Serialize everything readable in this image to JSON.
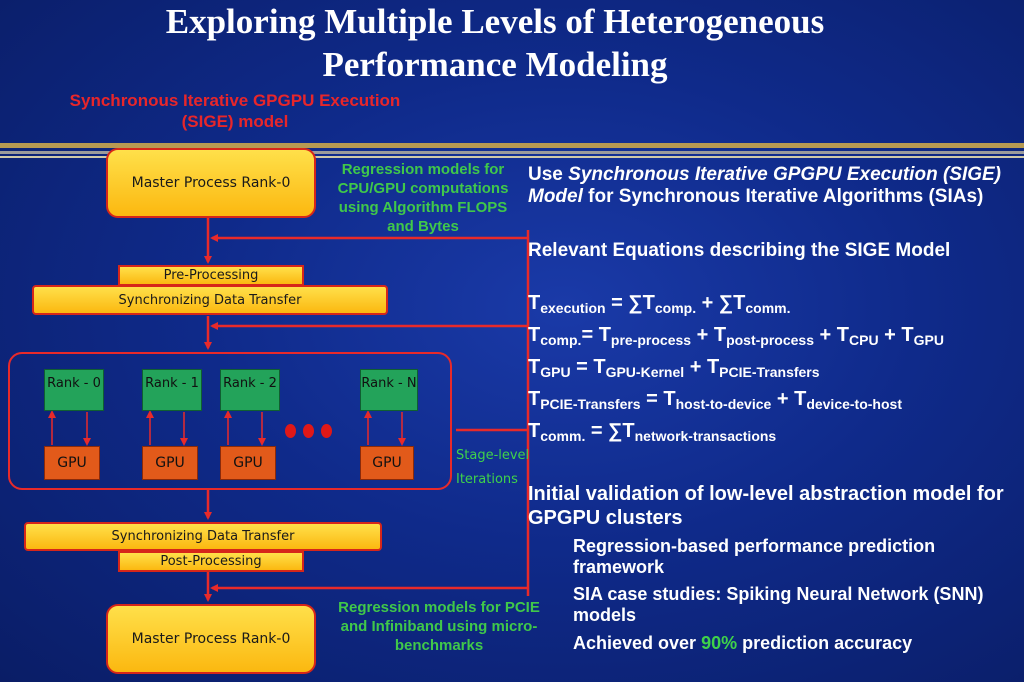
{
  "title": {
    "line1": "Exploring Multiple Levels of Heterogeneous",
    "line2": "Performance Modeling"
  },
  "subtitle": {
    "line1": "Synchronous Iterative GPGPU Execution",
    "line2": "(SIGE) model"
  },
  "diagram": {
    "master_top": "Master Process Rank-0",
    "pre_processing": "Pre-Processing",
    "sync_transfer_top": "Synchronizing Data Transfer",
    "ranks": [
      "Rank - 0",
      "Rank - 1",
      "Rank - 2",
      "Rank - N"
    ],
    "gpu": "GPU",
    "sync_transfer_bottom": "Synchronizing Data Transfer",
    "post_processing": "Post-Processing",
    "master_bottom": "Master Process Rank-0",
    "stage_level": "Stage-level",
    "iterations": "Iterations",
    "note_top": [
      "Regression models for",
      "CPU/GPU computations",
      "using Algorithm FLOPS",
      "and Bytes"
    ],
    "note_bottom": [
      "Regression models for PCIE",
      "and Infiniband using micro-",
      "benchmarks"
    ]
  },
  "colors": {
    "background": "#0f2a8a",
    "box_fill": "#fbb810",
    "arrow": "#e82a2a",
    "rank_fill": "#23a35a",
    "gpu_fill": "#e25a1a",
    "note": "#40c84a",
    "subtitle": "#e8262a"
  },
  "bullets": {
    "b1_use": "Use ",
    "b1_italic": "Synchronous Iterative GPGPU Execution (SIGE) Model",
    "b1_rest": " for Synchronous Iterative Algorithms (SIAs)",
    "b2": "Relevant Equations describing the SIGE Model",
    "eq1": {
      "T": "T",
      "s1": "execution",
      "mid1": " = ∑T",
      "s2": "comp.",
      "mid2": " + ∑T",
      "s3": "comm."
    },
    "eq2": {
      "T": "T",
      "s1": "comp.",
      "mid1": "= T",
      "s2": "pre-process",
      "mid2": " + T",
      "s3": "post-process",
      "mid3": " + T",
      "s4": "CPU",
      "mid4": " + T",
      "s5": "GPU"
    },
    "eq3": {
      "T": "T",
      "s1": "GPU",
      "mid1": " = T",
      "s2": "GPU-Kernel",
      "mid2": " + T",
      "s3": "PCIE-Transfers"
    },
    "eq4": {
      "T": "T",
      "s1": "PCIE-Transfers",
      "mid1": " = T",
      "s2": "host-to-device",
      "mid2": " + T",
      "s3": "device-to-host"
    },
    "eq5": {
      "T": "T",
      "s1": "comm.",
      "mid1": " = ∑T",
      "s2": "network-transactions"
    },
    "b3": "Initial validation of low-level abstraction model for GPGPU clusters",
    "sub1": "Regression-based performance prediction framework",
    "sub2": "SIA case studies: Spiking Neural Network (SNN) models",
    "sub3_pre": "Achieved over ",
    "sub3_pct": "90%",
    "sub3_post": " prediction accuracy"
  }
}
